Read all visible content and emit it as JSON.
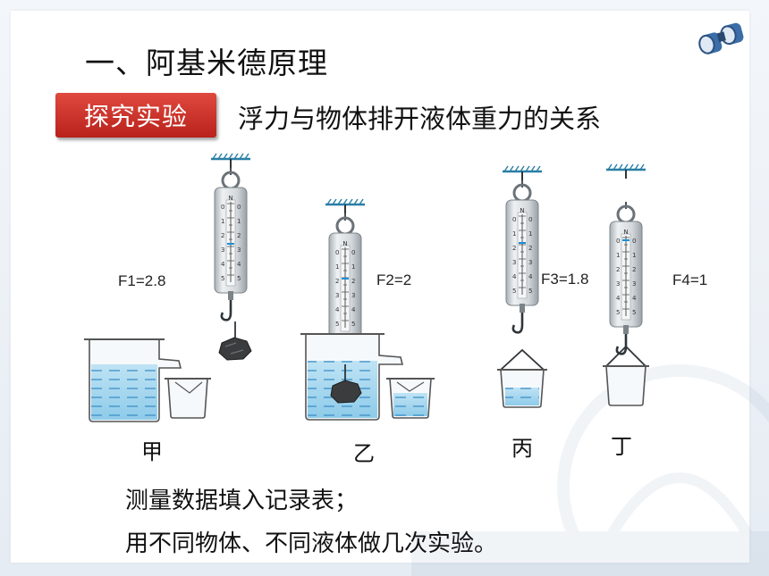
{
  "title": "一、阿基米德原理",
  "badge": "探究实验",
  "subtitle": "浮力与物体排开液体重力的关系",
  "readings": {
    "f1": "F1=2.8",
    "f2": "F2=2",
    "f3": "F3=1.8",
    "f4": "F4=1"
  },
  "scale": {
    "unit": "N",
    "left_ticks": [
      "0",
      "1",
      "2",
      "3",
      "4",
      "5"
    ],
    "right_ticks": [
      "0",
      "1",
      "2",
      "3",
      "4",
      "5"
    ]
  },
  "captions": {
    "jia": "甲",
    "yi": "乙",
    "bing": "丙",
    "ding": "丁"
  },
  "notes": {
    "line1": "测量数据填入记录表；",
    "line2": "用不同物体、不同液体做几次实验。"
  },
  "colors": {
    "badge": "#c62d24",
    "water": "#a9d8ef",
    "water_dash": "#3d8fc7",
    "metal": "#cfd4d8"
  }
}
